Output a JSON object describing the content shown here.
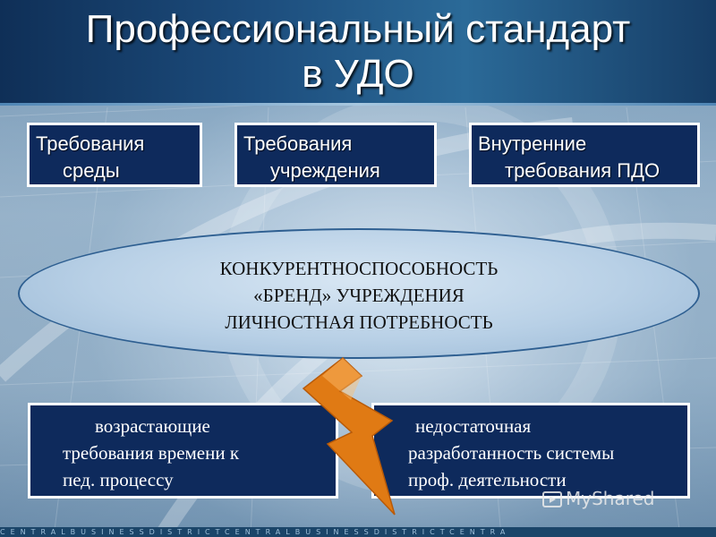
{
  "slide": {
    "title_line1": "Профессиональный стандарт",
    "title_line2": "в УДО",
    "top_boxes": [
      {
        "line1": "Требования",
        "line2": "среды"
      },
      {
        "line1": "Требования",
        "line2": "учреждения"
      },
      {
        "line1": "Внутренние",
        "line2": "требования ПДО"
      }
    ],
    "center_ellipse": {
      "lines": [
        "КОНКУРЕНТНОСПОСОБНОСТЬ",
        "«БРЕНД» УЧРЕЖДЕНИЯ",
        "ЛИЧНОСТНАЯ ПОТРЕБНОСТЬ"
      ]
    },
    "bottom_boxes": [
      {
        "lines": [
          "возрастающие",
          "требования времени к",
          "пед. процессу"
        ]
      },
      {
        "lines": [
          "недостаточная",
          "разработанность системы",
          "проф. деятельности"
        ]
      }
    ],
    "watermark": "MyShared",
    "footer_text": "CENTRALBUSINESSDISTRICTCENTRALBUSINESSDISTRICTCENTRA"
  },
  "colors": {
    "title_bar": "#1c4c7c",
    "box_fill": "#0e2a5c",
    "box_border": "#ffffff",
    "lightning_fill": "#e07a14",
    "ellipse_fill": "#b8d0e6"
  },
  "icons": {
    "lightning": "lightning-bolt-icon",
    "watermark": "play-icon"
  }
}
